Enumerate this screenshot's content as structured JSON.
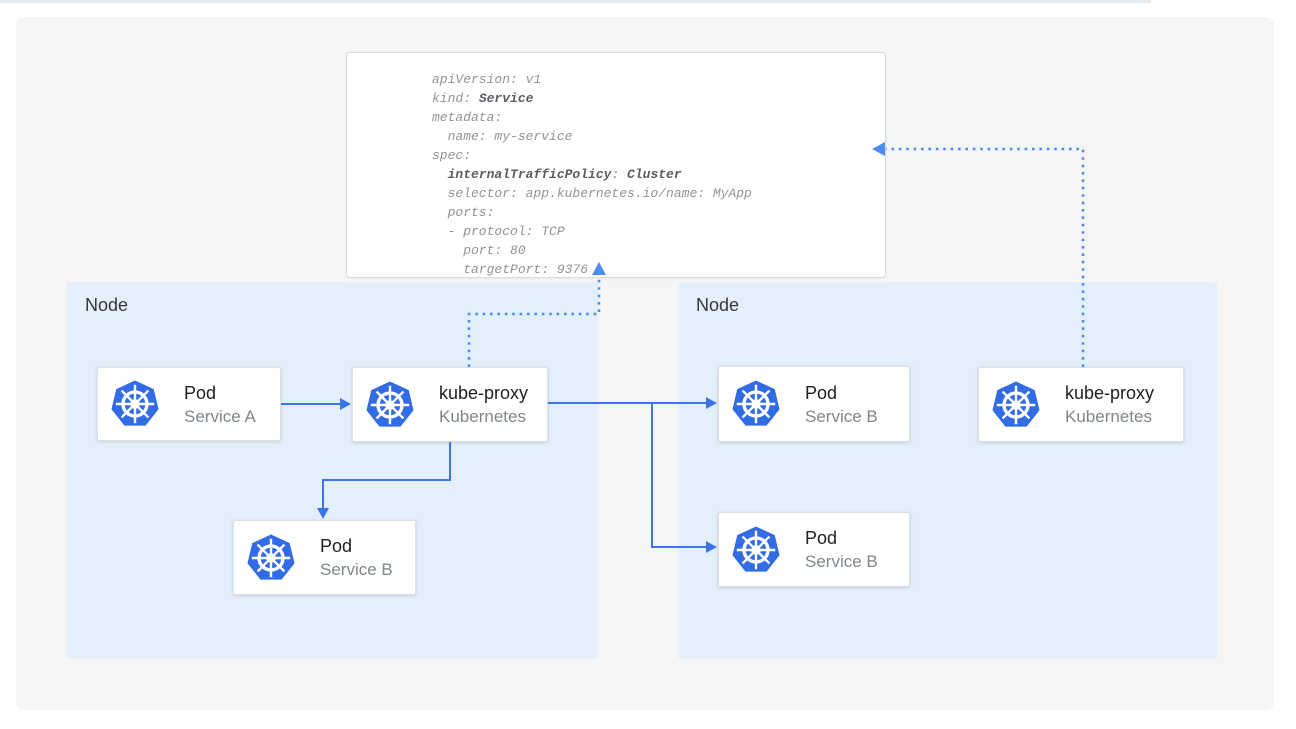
{
  "colors": {
    "panel_background": "#f5f5f6",
    "node_fill": "#e3f0fc",
    "arrow_solid": "#3b76e8",
    "arrow_dotted": "#4d8cf5",
    "kubernetes_blue": "#326ce5",
    "yaml_text": "#909398",
    "yaml_bold_text": "#595d62"
  },
  "yaml_card": {
    "lines": [
      [
        {
          "t": "apiVersion: v1",
          "b": false
        }
      ],
      [
        {
          "t": "kind: ",
          "b": false
        },
        {
          "t": "Service",
          "b": true
        }
      ],
      [
        {
          "t": "metadata:",
          "b": false
        }
      ],
      [
        {
          "t": "  name: my-service",
          "b": false
        }
      ],
      [
        {
          "t": "spec:",
          "b": false
        }
      ],
      [
        {
          "t": "  ",
          "b": false
        },
        {
          "t": "internalTrafficPolicy",
          "b": true
        },
        {
          "t": ": ",
          "b": false
        },
        {
          "t": "Cluster",
          "b": true
        }
      ],
      [
        {
          "t": "  selector: app.kubernetes.io/name: MyApp",
          "b": false
        }
      ],
      [
        {
          "t": "  ports:",
          "b": false
        }
      ],
      [
        {
          "t": "  - protocol: TCP",
          "b": false
        }
      ],
      [
        {
          "t": "    port: 80",
          "b": false
        }
      ],
      [
        {
          "t": "    targetPort: 9376",
          "b": false
        }
      ]
    ]
  },
  "nodes": [
    {
      "label": "Node"
    },
    {
      "label": "Node"
    }
  ],
  "cards": [
    {
      "title": "Pod",
      "subtitle": "Service A"
    },
    {
      "title": "kube-proxy",
      "subtitle": "Kubernetes"
    },
    {
      "title": "Pod",
      "subtitle": "Service B"
    },
    {
      "title": "Pod",
      "subtitle": "Service B"
    },
    {
      "title": "Pod",
      "subtitle": "Service B"
    },
    {
      "title": "kube-proxy",
      "subtitle": "Kubernetes"
    }
  ]
}
